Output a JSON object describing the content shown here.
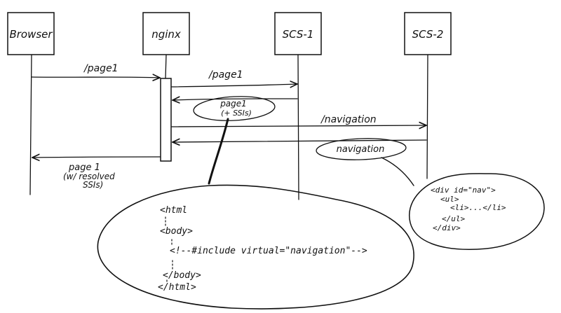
{
  "participants": [
    {
      "id": "browser",
      "label": "Browser"
    },
    {
      "id": "nginx",
      "label": "nginx"
    },
    {
      "id": "scs1",
      "label": "SCS-1"
    },
    {
      "id": "scs2",
      "label": "SCS-2"
    }
  ],
  "messages": {
    "browser_to_nginx": "/page1",
    "nginx_to_scs1": "/page1",
    "scs1_reply": [
      "page1",
      "(+ SSIs)"
    ],
    "nginx_to_scs2": "/navigation",
    "scs2_reply": "navigation",
    "nginx_to_browser": [
      "page 1",
      "(w/ resolved",
      "SSIs)"
    ]
  },
  "page_html": {
    "line1": "<html",
    "line2": "<body>",
    "line3": "<!--#include virtual=\"navigation\"-->",
    "line4": "</body>",
    "line5": "</html>"
  },
  "nav_html": {
    "line1": "<div id=\"nav\">",
    "line2": "<ul>",
    "line3": "<li>...</li>",
    "line4": "</ul>",
    "line5": "</div>"
  }
}
